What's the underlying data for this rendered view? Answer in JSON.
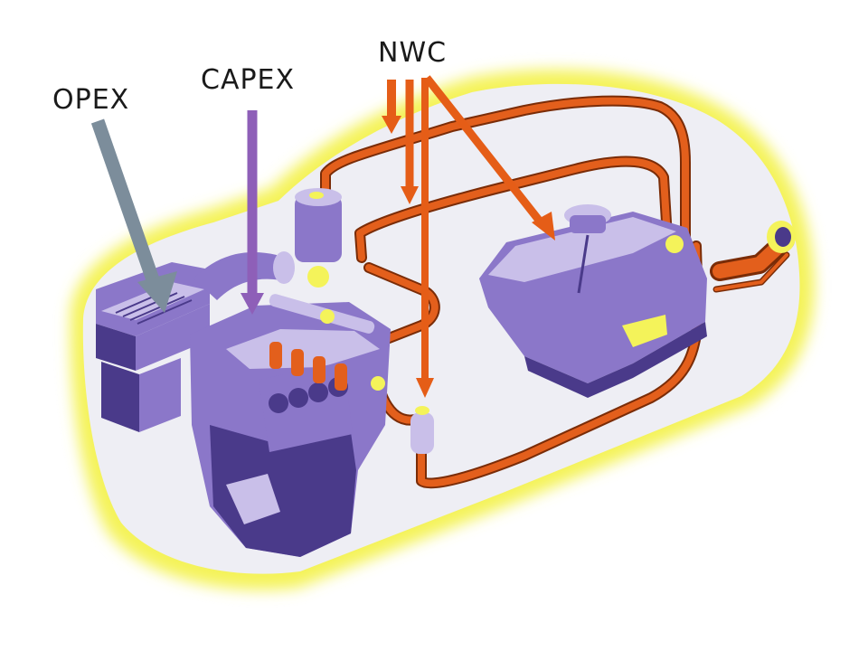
{
  "labels": {
    "opex": "OPEX",
    "capex": "CAPEX",
    "nwc": "NWC"
  },
  "colors": {
    "opex_arrow": "#7c8d9b",
    "capex_arrow": "#8e5fb8",
    "nwc_arrow": "#e55d17",
    "fuel_line": "#e35f1c",
    "fuel_line_edge": "#7a2c07",
    "component_fill": "#8b77c9",
    "component_dark": "#4a3a8a",
    "component_light": "#c9bfe9",
    "body_halo": "#f4f35a",
    "body_fill": "#eeeef4"
  },
  "icons": {
    "opex_arrow": "arrow-down-right-icon",
    "capex_arrow": "arrow-down-icon",
    "nwc_arrows": "arrow-down-icon"
  }
}
